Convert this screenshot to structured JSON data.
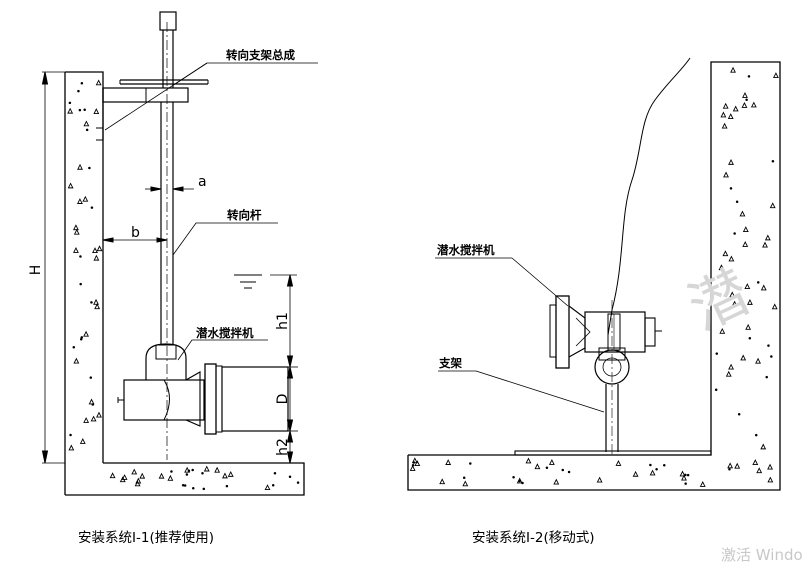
{
  "left_diagram": {
    "labels": {
      "bracket_assembly": "转向支架总成",
      "steering_rod": "转向杆",
      "mixer": "潜水搅拌机"
    },
    "dimensions": {
      "H": "H",
      "a": "a",
      "b": "b",
      "h1": "h1",
      "D": "D",
      "h2": "h2"
    },
    "caption": "安装系统Ⅰ-1(推荐使用)"
  },
  "right_diagram": {
    "labels": {
      "mixer": "潜水搅拌机",
      "support": "支架"
    },
    "caption": "安装系统Ⅰ-2(移动式)"
  },
  "watermark": {
    "text": "激活 Windo",
    "glyph": "潜"
  }
}
